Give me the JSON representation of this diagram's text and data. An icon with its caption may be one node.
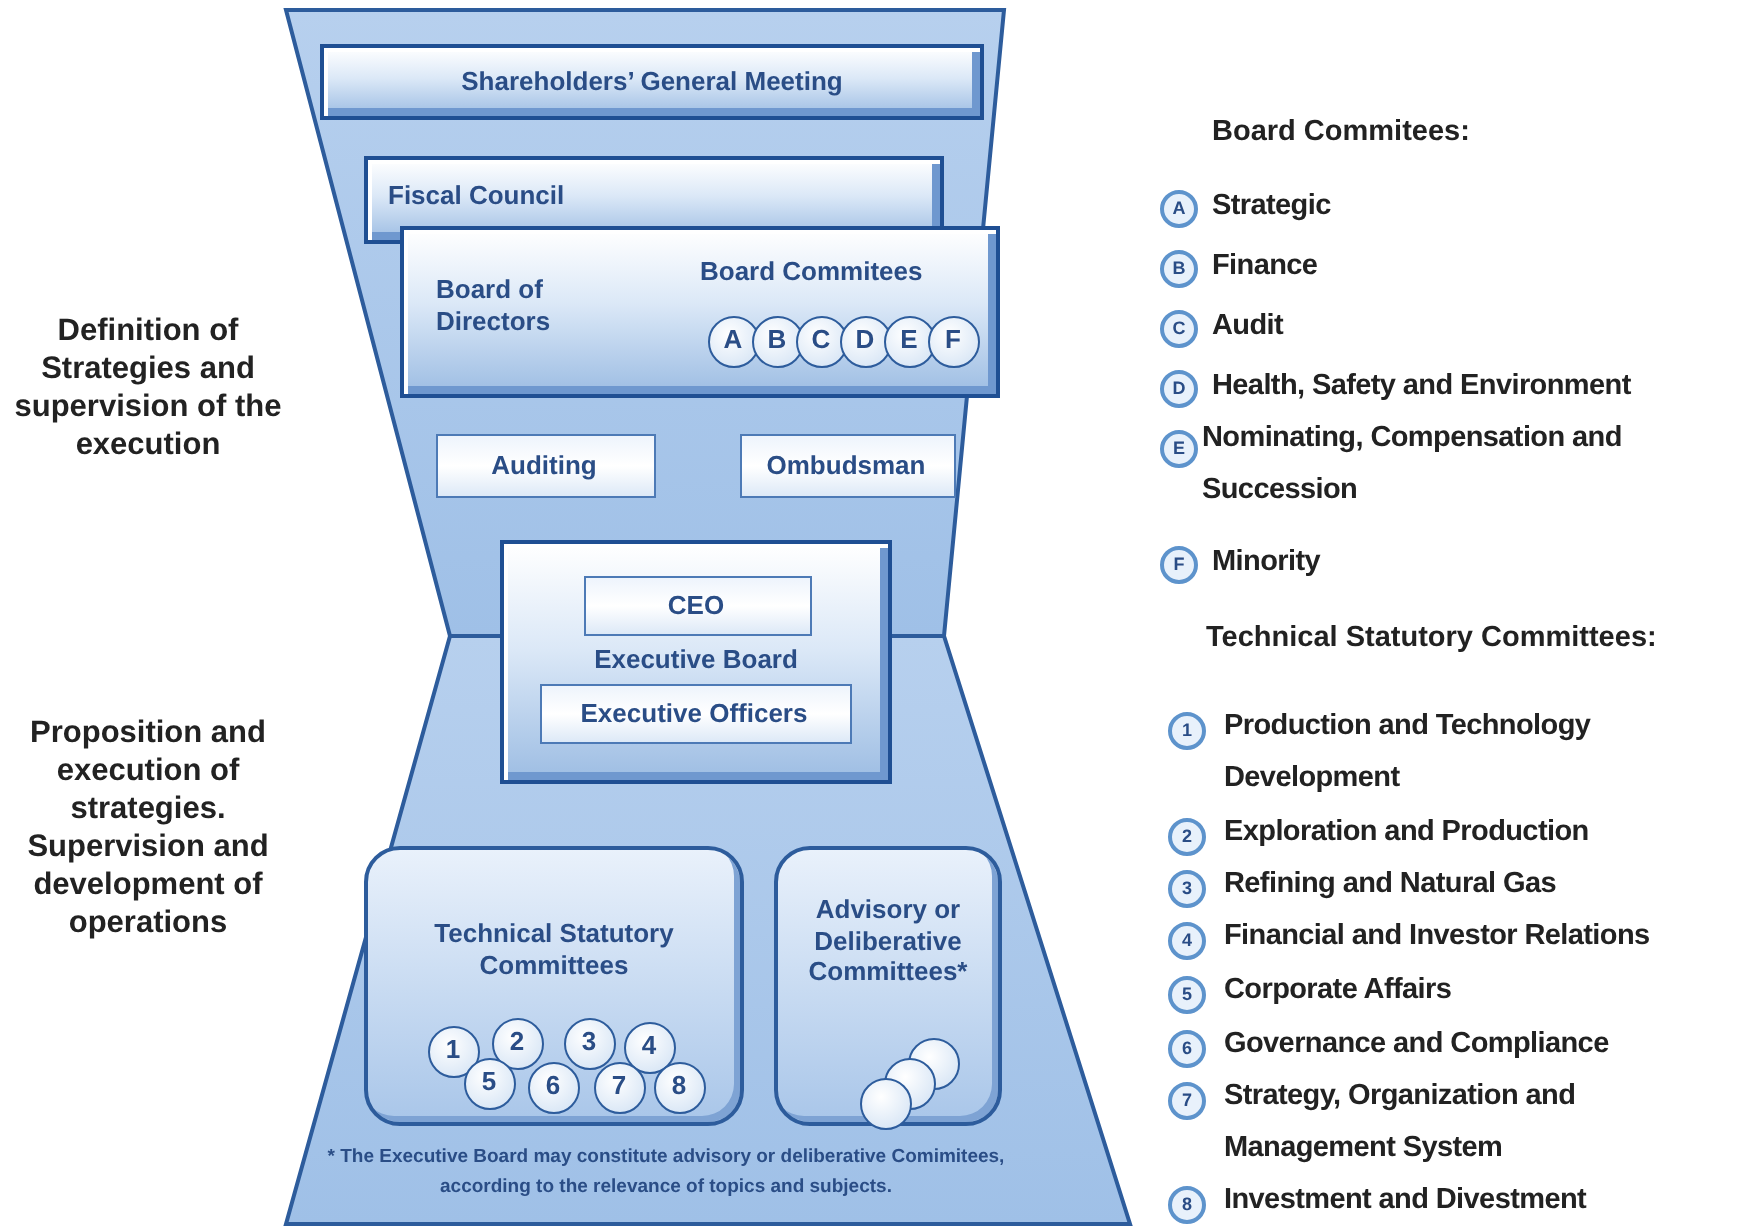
{
  "diagram": {
    "nodes": [
      {
        "text": [
          "Shareholders’ General Meeting"
        ]
      },
      {
        "text": [
          "Fiscal Council"
        ]
      },
      {
        "text": [
          "Board of Directors",
          "Board Commitees"
        ]
      },
      {
        "text": [
          "A"
        ],
        "in": 2
      },
      {
        "text": [
          "B"
        ],
        "in": 2
      },
      {
        "text": [
          "C"
        ],
        "in": 2
      },
      {
        "text": [
          "D"
        ],
        "in": 2
      },
      {
        "text": [
          "E"
        ],
        "in": 2
      },
      {
        "text": [
          "F"
        ],
        "in": 2
      },
      {
        "text": [
          "Auditing"
        ]
      },
      {
        "text": [
          "Ombudsman"
        ]
      },
      {
        "text": [
          "Executive Board"
        ]
      },
      {
        "text": [
          "CEO"
        ],
        "in": 11
      },
      {
        "text": [
          "Executive Officers"
        ],
        "in": 11
      },
      {
        "text": [
          "Technical Statutory Committees"
        ]
      },
      {
        "text": [
          "1"
        ],
        "in": 14
      },
      {
        "text": [
          "2"
        ],
        "in": 14
      },
      {
        "text": [
          "3"
        ],
        "in": 14
      },
      {
        "text": [
          "4"
        ],
        "in": 14
      },
      {
        "text": [
          "5"
        ],
        "in": 14
      },
      {
        "text": [
          "6"
        ],
        "in": 14
      },
      {
        "text": [
          "7"
        ],
        "in": 14
      },
      {
        "text": [
          "8"
        ],
        "in": 14
      },
      {
        "text": [
          "Advisory or Deliberative Committees*"
        ]
      },
      {
        "text": [],
        "shape": "circle",
        "in": 23
      },
      {
        "text": [],
        "shape": "circle",
        "in": 23
      },
      {
        "text": [],
        "shape": "circle",
        "in": 23
      }
    ],
    "labels": [
      "Definition of Strategies and supervision of the execution",
      "Proposition and execution of strategies. Supervision and development of operations",
      "Board Commitees:",
      "A",
      "Strategic",
      "B",
      "Finance",
      "C",
      "Audit",
      "D",
      "Health, Safety and Environment",
      "E",
      "Nominating, Compensation and Succession",
      "F",
      "Minority",
      "Technical Statutory Committees:",
      "1",
      "Production and Technology Development",
      "2",
      "Exploration and Production",
      "3",
      "Refining and Natural Gas",
      "4",
      "Financial and Investor Relations",
      "5",
      "Corporate Affairs",
      "6",
      "Governance and Compliance",
      "7",
      "Strategy, Organization and Management System",
      "8",
      "Investment and Divestment",
      "* The Executive Board may constitute advisory or deliberative Comimitees, according to the relevance of topics and subjects."
    ]
  }
}
